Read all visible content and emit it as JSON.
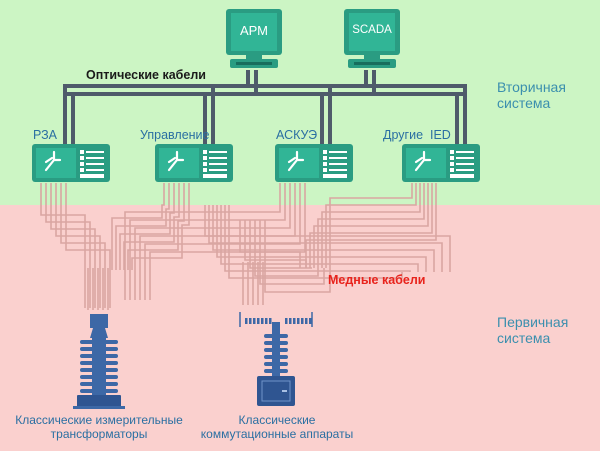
{
  "zones": {
    "secondary": "Вторичная\nсистема",
    "primary": "Первичная\nсистема"
  },
  "workstations": [
    {
      "label": "АРМ"
    },
    {
      "label": "SCADA"
    }
  ],
  "ieds": [
    {
      "label": "РЗА"
    },
    {
      "label": "Управление"
    },
    {
      "label": "АСКУЭ"
    },
    {
      "label": "Другие  IED"
    }
  ],
  "cables": {
    "optical": "Оптические кабели",
    "copper": "Медные кабели"
  },
  "equipment": {
    "transformers": "Классические измерительные\nтрансформаторы",
    "switchgear": "Классические\nкоммутационные аппараты"
  },
  "colors": {
    "secondary_bg": "#ccf5c4",
    "primary_bg": "#fad0ce",
    "device": "#2a9c82",
    "device_dark": "#176d5d",
    "bus": "#4f5b6b",
    "copper_wire": "#d9a6a2",
    "equipment": "#3d68a6",
    "copper_label": "#e8231c",
    "label_text": "#2a6fa2"
  }
}
